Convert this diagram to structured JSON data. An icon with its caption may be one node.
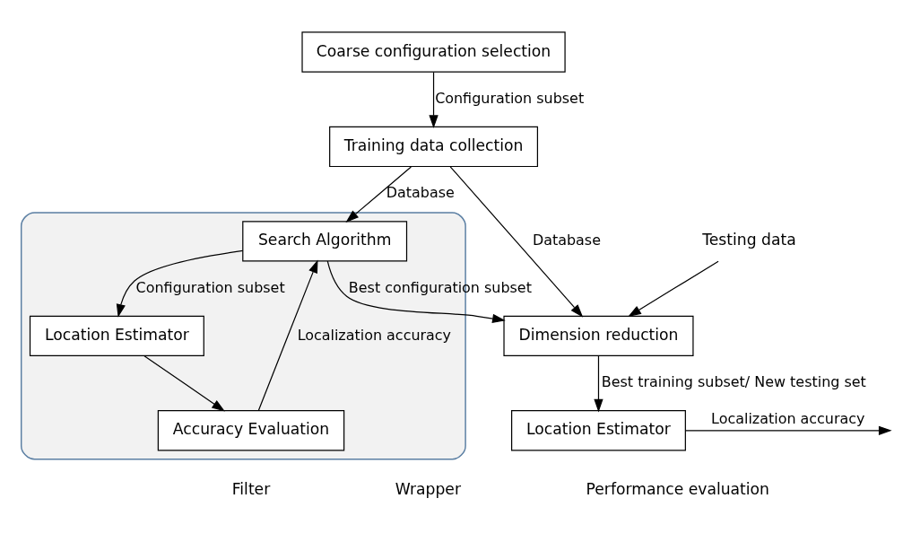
{
  "diagram": {
    "nodes": [
      {
        "text": [
          "Coarse configuration selection"
        ]
      },
      {
        "text": [
          "Training data collection"
        ]
      },
      {
        "text": [],
        "shape": "box"
      },
      {
        "text": [
          "Search Algorithm"
        ],
        "in": 2
      },
      {
        "text": [
          "Accuracy Evaluation"
        ],
        "in": 2
      },
      {
        "text": [
          "Location Estimator"
        ],
        "in": 2
      },
      {
        "text": [
          "Dimension reduction"
        ]
      },
      {
        "text": [
          "Location Estimator"
        ]
      },
      {
        "text": [
          "Testing data"
        ]
      }
    ],
    "edges": [
      {
        "from": 0,
        "to": 1,
        "arrow": "to",
        "label": "Configuration subset"
      },
      {
        "from": 1,
        "to": 6,
        "arrow": "to",
        "label": "Database"
      },
      {
        "from": 8,
        "to": 6,
        "arrow": "to"
      },
      {
        "from": 1,
        "to": 3,
        "arrow": "to",
        "label": "Database"
      },
      {
        "from": 3,
        "to": 6,
        "arrow": "to",
        "label": "Best configuration subset"
      },
      {
        "from": 5,
        "to": 4,
        "arrow": "to"
      },
      {
        "from": 4,
        "to": 3,
        "arrow": "to",
        "label": "Localization accuracy"
      },
      {
        "from": 3,
        "to": 5,
        "arrow": "to",
        "label": "Configuration subset"
      },
      {
        "from": 6,
        "to": 7,
        "arrow": "to",
        "label": "Best training subset/ New testing set"
      },
      {
        "from": 7,
        "to": null,
        "arrow": "to",
        "label": "Localization accuracy"
      }
    ],
    "labels": [
      "Filter",
      "Wrapper",
      "Performance evaluation"
    ]
  }
}
